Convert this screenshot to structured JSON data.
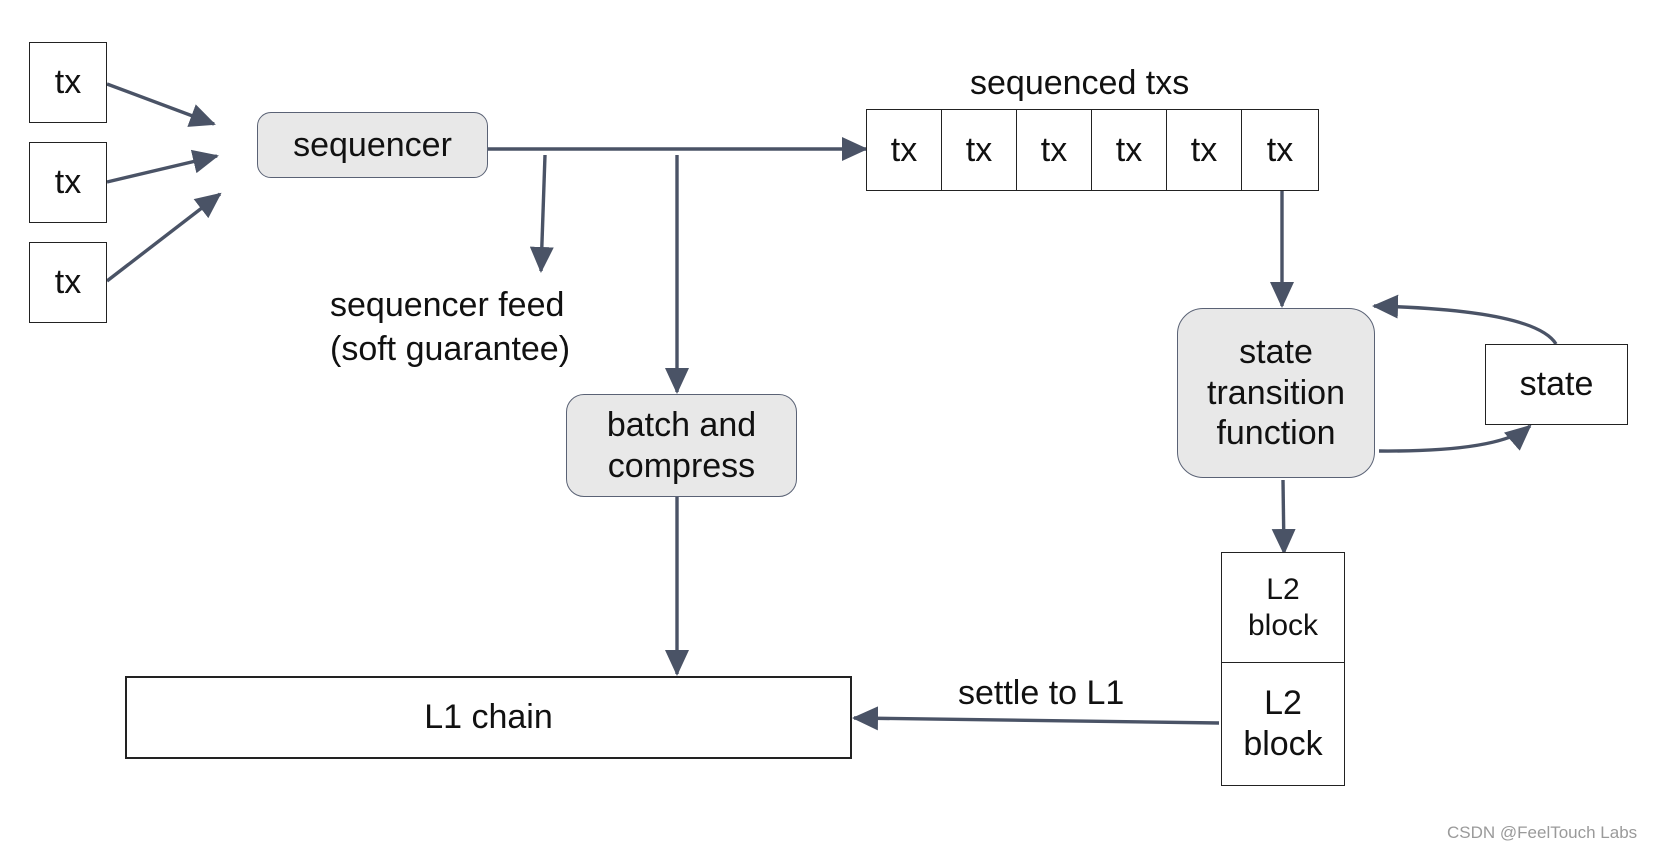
{
  "nodes": {
    "input_tx": [
      "tx",
      "tx",
      "tx"
    ],
    "sequencer": "sequencer",
    "sequenced_txs_label": "sequenced txs",
    "sequenced_txs": [
      "tx",
      "tx",
      "tx",
      "tx",
      "tx",
      "tx"
    ],
    "sequencer_feed": [
      "sequencer feed",
      "(soft guarantee)"
    ],
    "batch_and_compress": [
      "batch and",
      "compress"
    ],
    "state_transition_function": [
      "state",
      "transition",
      "function"
    ],
    "state": "state",
    "l2_blocks": [
      [
        "L2",
        "block"
      ],
      [
        "L2",
        "block"
      ]
    ],
    "l1_chain": "L1 chain",
    "settle_label": "settle to L1"
  },
  "watermark": "CSDN @FeelTouch Labs",
  "colors": {
    "arrow": "#4a5366",
    "process_fill": "#e8e8e8",
    "process_border": "#5a6275",
    "box_border": "#222222"
  }
}
